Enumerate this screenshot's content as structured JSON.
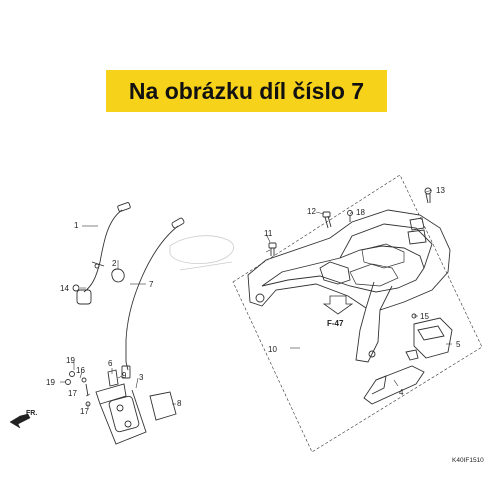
{
  "banner": {
    "text": "Na obrázku díl číslo 7",
    "background": "#f7d21a"
  },
  "diagram": {
    "callouts": [
      {
        "key": "c1",
        "text": "1"
      },
      {
        "key": "c2",
        "text": "2"
      },
      {
        "key": "c3",
        "text": "3"
      },
      {
        "key": "c4",
        "text": "4"
      },
      {
        "key": "c5",
        "text": "5"
      },
      {
        "key": "c6",
        "text": "6"
      },
      {
        "key": "c7",
        "text": "7"
      },
      {
        "key": "c8",
        "text": "8"
      },
      {
        "key": "c9",
        "text": "9"
      },
      {
        "key": "c10",
        "text": "10"
      },
      {
        "key": "c11",
        "text": "11"
      },
      {
        "key": "c12",
        "text": "12"
      },
      {
        "key": "c13",
        "text": "13"
      },
      {
        "key": "c14",
        "text": "14"
      },
      {
        "key": "c15",
        "text": "15"
      },
      {
        "key": "c16",
        "text": "16"
      },
      {
        "key": "c17a",
        "text": "17"
      },
      {
        "key": "c17b",
        "text": "17"
      },
      {
        "key": "c18",
        "text": "18"
      },
      {
        "key": "c19a",
        "text": "19"
      },
      {
        "key": "c19b",
        "text": "19"
      }
    ],
    "reference": "F-47",
    "direction": "FR.",
    "code": "K40IF1510",
    "line_color": "#333333"
  }
}
